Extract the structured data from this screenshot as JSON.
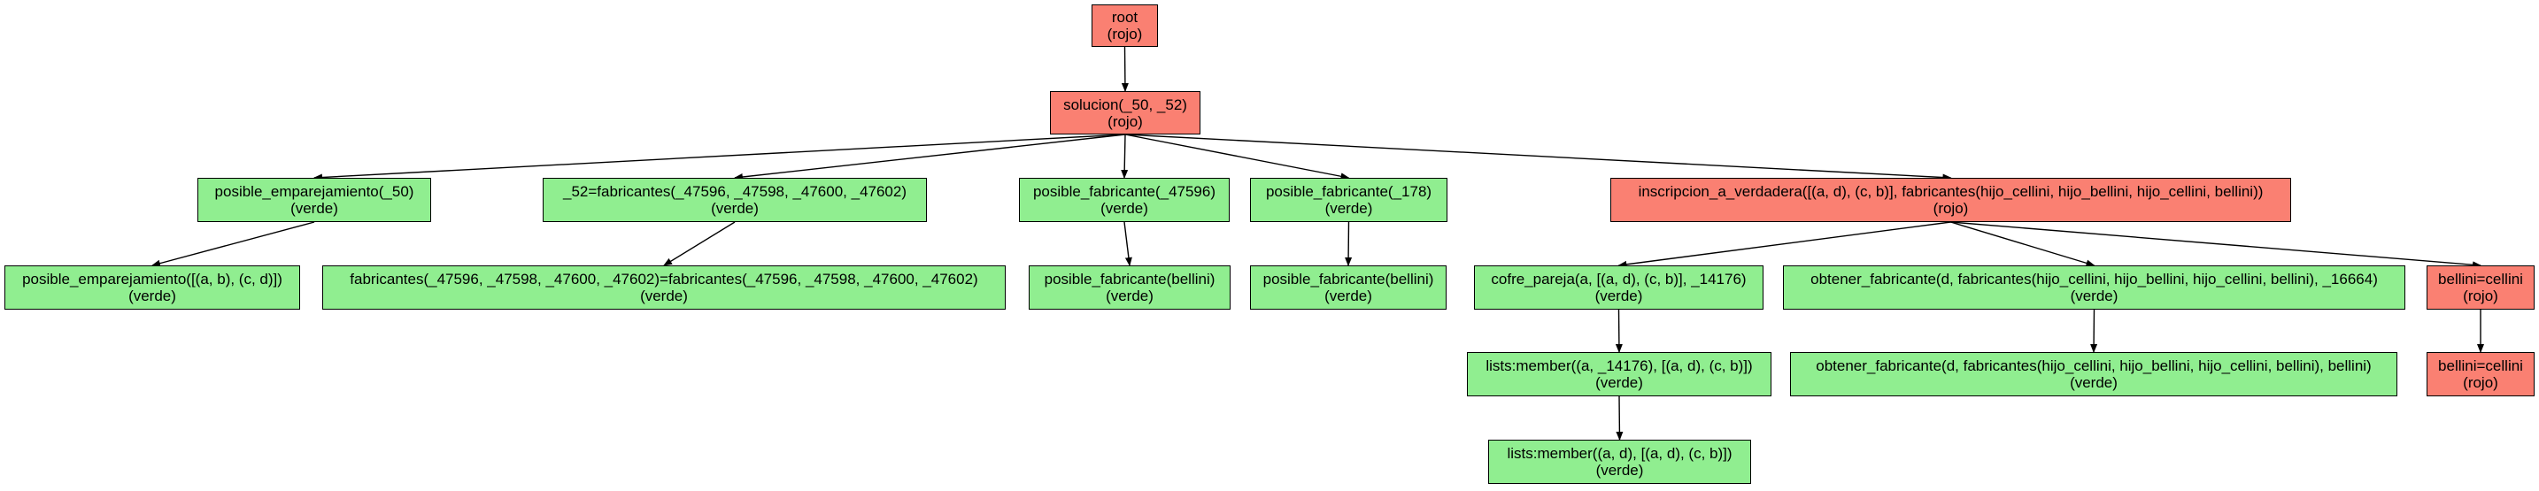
{
  "colors": {
    "rojo": "#fa8072",
    "verde": "#90ee90",
    "edge": "#000000"
  },
  "nodes": [
    {
      "id": "n0",
      "label": "root",
      "status": "(rojo)",
      "color": "rojo"
    },
    {
      "id": "n1",
      "label": "solucion(_50, _52)",
      "status": "(rojo)",
      "color": "rojo"
    },
    {
      "id": "n2",
      "label": "posible_emparejamiento(_50)",
      "status": "(verde)",
      "color": "verde"
    },
    {
      "id": "n3",
      "label": "_52=fabricantes(_47596, _47598, _47600, _47602)",
      "status": "(verde)",
      "color": "verde"
    },
    {
      "id": "n4",
      "label": "posible_fabricante(_47596)",
      "status": "(verde)",
      "color": "verde"
    },
    {
      "id": "n5",
      "label": "posible_fabricante(_178)",
      "status": "(verde)",
      "color": "verde"
    },
    {
      "id": "n6",
      "label": "inscripcion_a_verdadera([(a, d), (c, b)], fabricantes(hijo_cellini, hijo_bellini, hijo_cellini, bellini))",
      "status": "(rojo)",
      "color": "rojo"
    },
    {
      "id": "n7",
      "label": "posible_emparejamiento([(a, b), (c, d)])",
      "status": "(verde)",
      "color": "verde"
    },
    {
      "id": "n8",
      "label": "fabricantes(_47596, _47598, _47600, _47602)=fabricantes(_47596, _47598, _47600, _47602)",
      "status": "(verde)",
      "color": "verde"
    },
    {
      "id": "n9",
      "label": "posible_fabricante(bellini)",
      "status": "(verde)",
      "color": "verde"
    },
    {
      "id": "n10",
      "label": "posible_fabricante(bellini)",
      "status": "(verde)",
      "color": "verde"
    },
    {
      "id": "n11",
      "label": "cofre_pareja(a, [(a, d), (c, b)], _14176)",
      "status": "(verde)",
      "color": "verde"
    },
    {
      "id": "n12",
      "label": "obtener_fabricante(d, fabricantes(hijo_cellini, hijo_bellini, hijo_cellini, bellini), _16664)",
      "status": "(verde)",
      "color": "verde"
    },
    {
      "id": "n13",
      "label": "bellini=cellini",
      "status": "(rojo)",
      "color": "rojo"
    },
    {
      "id": "n14",
      "label": "lists:member((a, _14176), [(a, d), (c, b)])",
      "status": "(verde)",
      "color": "verde"
    },
    {
      "id": "n15",
      "label": "obtener_fabricante(d, fabricantes(hijo_cellini, hijo_bellini, hijo_cellini, bellini), bellini)",
      "status": "(verde)",
      "color": "verde"
    },
    {
      "id": "n16",
      "label": "bellini=cellini",
      "status": "(rojo)",
      "color": "rojo"
    },
    {
      "id": "n17",
      "label": "lists:member((a, d), [(a, d), (c, b)])",
      "status": "(verde)",
      "color": "verde"
    }
  ],
  "edges": [
    [
      "n0",
      "n1"
    ],
    [
      "n1",
      "n2"
    ],
    [
      "n1",
      "n3"
    ],
    [
      "n1",
      "n4"
    ],
    [
      "n1",
      "n5"
    ],
    [
      "n1",
      "n6"
    ],
    [
      "n2",
      "n7"
    ],
    [
      "n3",
      "n8"
    ],
    [
      "n4",
      "n9"
    ],
    [
      "n5",
      "n10"
    ],
    [
      "n6",
      "n11"
    ],
    [
      "n6",
      "n12"
    ],
    [
      "n6",
      "n13"
    ],
    [
      "n11",
      "n14"
    ],
    [
      "n12",
      "n15"
    ],
    [
      "n13",
      "n16"
    ],
    [
      "n14",
      "n17"
    ]
  ]
}
